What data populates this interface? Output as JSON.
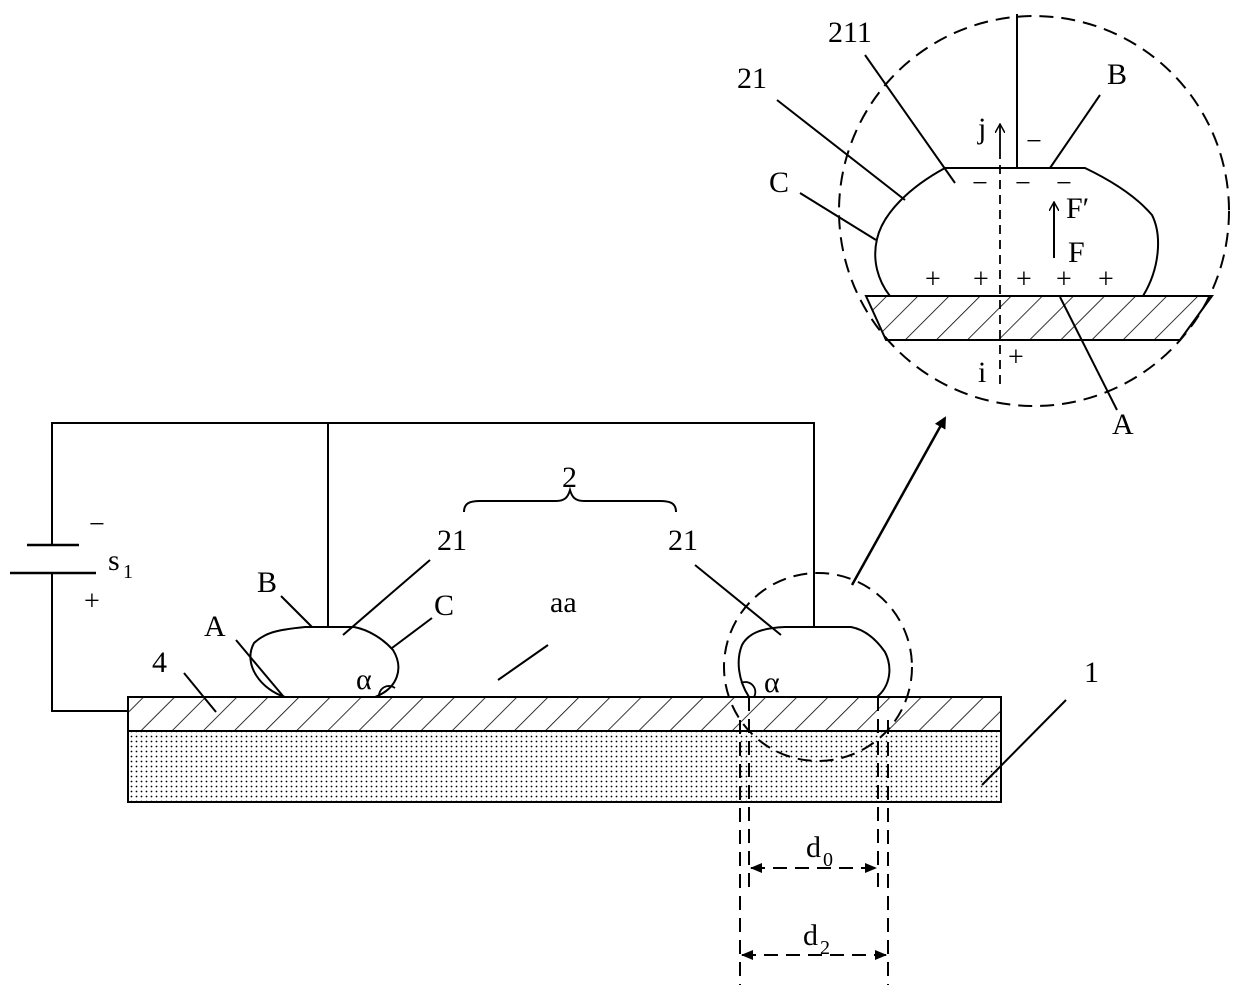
{
  "labels": {
    "battery": "s",
    "battery_sub": "1",
    "battery_neg": "−",
    "battery_pos": "+",
    "layer4": "4",
    "substrate": "1",
    "group": "2",
    "drop_left": "21",
    "drop_right": "21",
    "left_A": "A",
    "left_B": "B",
    "left_C": "C",
    "left_alpha": "α",
    "right_alpha": "α",
    "gap": "aa",
    "d0": "d",
    "d0_sub": "0",
    "d2": "d",
    "d2_sub": "2"
  },
  "inset": {
    "drop": "21",
    "region": "211",
    "B": "B",
    "C": "C",
    "A": "A",
    "j": "j",
    "i": "i",
    "F_prime": "F′",
    "F": "F",
    "minus_top": "−",
    "plus_bottom": "+",
    "neg_charges": [
      "−",
      "−",
      "−"
    ],
    "pos_charges": [
      "+",
      "+",
      "+",
      "+",
      "+"
    ]
  }
}
